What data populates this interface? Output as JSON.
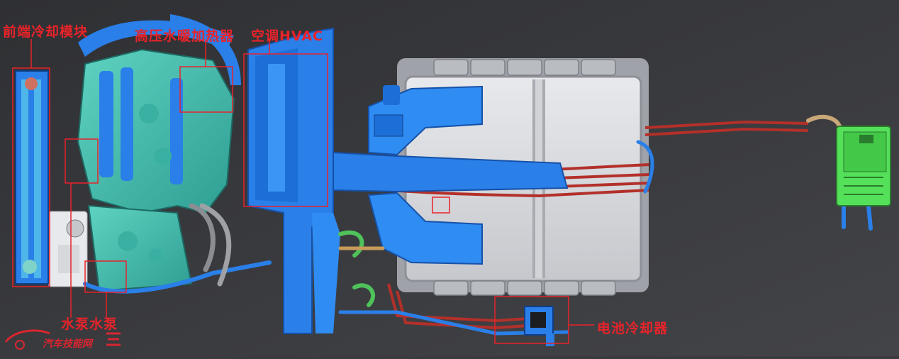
{
  "labels": {
    "front_cooling": "前端冷却模块",
    "hv_heater": "高压水暖加热器",
    "hvac": "空调HVAC",
    "water_pump": "水泵水泵",
    "battery_chiller": "电池冷却器"
  },
  "watermark": "汽车技能网",
  "colors": {
    "background": "#3a3b3e",
    "callout": "#e8232a",
    "piping_blue": "#2a7fe8",
    "engine_teal": "#49c2b0",
    "battery_gray": "#d8dade",
    "coolant_red": "#b3302a",
    "dcdc_green": "#55e05a"
  }
}
